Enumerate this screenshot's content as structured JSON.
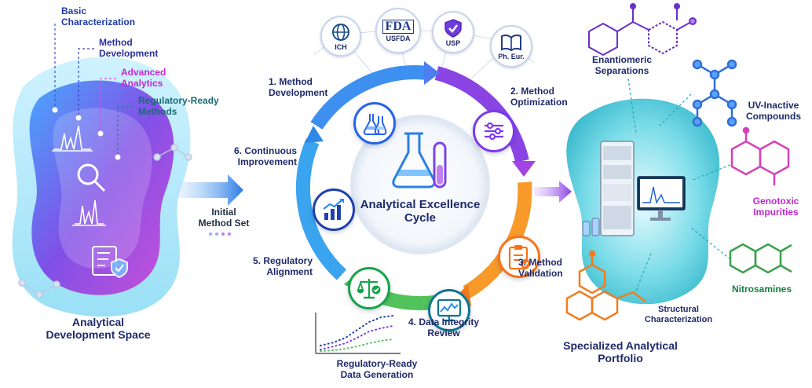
{
  "dev_space": {
    "title_line1": "Analytical",
    "title_line2": "Development Space",
    "callouts": [
      {
        "line1": "Basic",
        "line2": "Characterization",
        "color": "#1e3aa8"
      },
      {
        "line1": "Method",
        "line2": "Development",
        "color": "#2a2f9e"
      },
      {
        "line1": "Advanced",
        "line2": "Analytics",
        "color": "#c026d3"
      },
      {
        "line1": "Regulatory-Ready",
        "line2": "Methods",
        "color": "#176b76"
      }
    ],
    "arrow_label_line1": "Initial",
    "arrow_label_line2": "Method Set"
  },
  "regulators": [
    {
      "label": "ICH",
      "icon": "globe-icon",
      "color": "#1a4f8a"
    },
    {
      "label": "USFDA",
      "logo": "FDA",
      "icon": "fda-logo",
      "color": "#1f3c88"
    },
    {
      "label": "USP",
      "icon": "shield-check-icon",
      "color": "#5b21b6"
    },
    {
      "label": "Ph. Eur.",
      "icon": "book-icon",
      "color": "#1f3c88"
    }
  ],
  "cycle": {
    "center_line1": "Analytical Excellence",
    "center_line2": "Cycle",
    "steps": [
      {
        "num": "1.",
        "line1": "Method",
        "line2": "Development",
        "icon": "flask-icon",
        "color": "#2563eb"
      },
      {
        "num": "2.",
        "line1": "Method",
        "line2": "Optimization",
        "icon": "sliders-icon",
        "color": "#7c3aed"
      },
      {
        "num": "3.",
        "line1": "Method",
        "line2": "Validation",
        "icon": "clipboard-check-icon",
        "color": "#f97316"
      },
      {
        "num": "4.",
        "line1": "Data Integrity",
        "line2": "Review",
        "icon": "monitor-chart-icon",
        "color": "#0e7490"
      },
      {
        "num": "5.",
        "line1": "Regulatory",
        "line2": "Alignment",
        "icon": "scales-icon",
        "color": "#16a34a"
      },
      {
        "num": "6.",
        "line1": "Continuous",
        "line2": "Improvement",
        "icon": "bar-chart-up-icon",
        "color": "#1e40af"
      }
    ],
    "data_gen_line1": "Regulatory-Ready",
    "data_gen_line2": "Data Generation"
  },
  "portfolio": {
    "title_line1": "Specialized Analytical",
    "title_line2": "Portfolio",
    "items": [
      {
        "line1": "Enantiomeric",
        "line2": "Separations",
        "color": "#1f2a6b"
      },
      {
        "line1": "UV-Inactive",
        "line2": "Compounds",
        "color": "#1f2a6b"
      },
      {
        "line1": "Genotoxic",
        "line2": "Impurities",
        "color": "#c026d3"
      },
      {
        "line1": "Nitrosamines",
        "line2": "",
        "color": "#15803d"
      },
      {
        "line1": "Structural",
        "line2": "Characterization",
        "color": "#1f2a6b"
      }
    ]
  },
  "colors": {
    "navy": "#1f2a6b",
    "cycle_blue": "#2f86e8",
    "cycle_purple": "#8b3fe0",
    "cycle_orange": "#f7941d",
    "cycle_green": "#5cc95a",
    "teal": "#1fb5c5"
  }
}
